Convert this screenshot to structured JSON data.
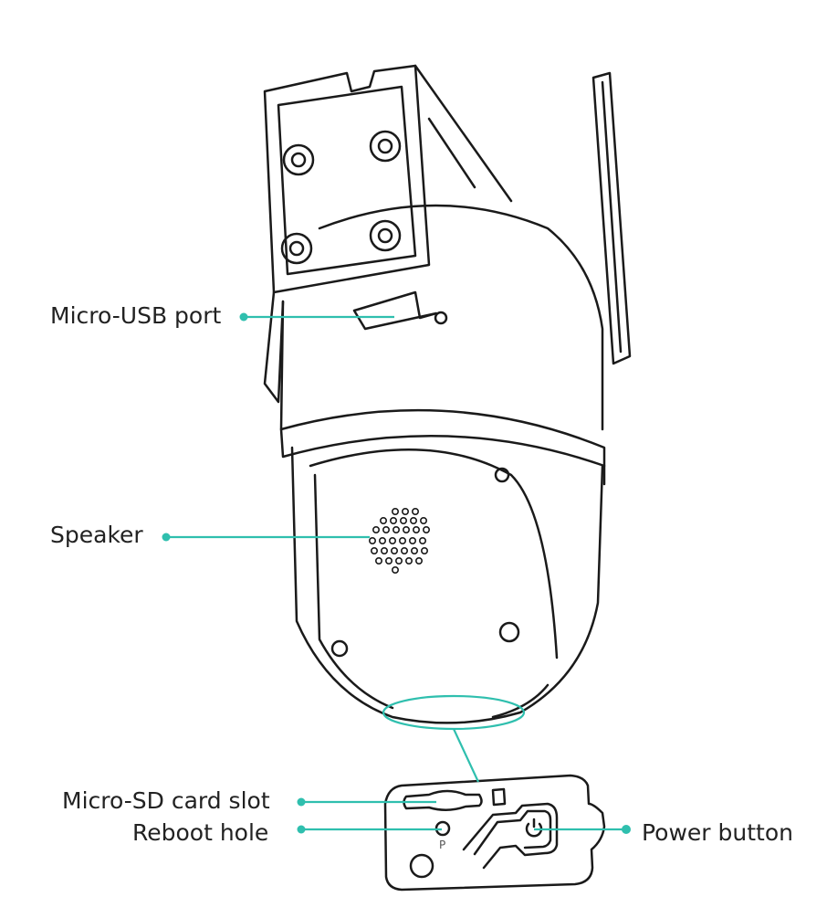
{
  "labels": {
    "micro_usb": "Micro-USB port",
    "speaker": "Speaker",
    "micro_sd": "Micro-SD card slot",
    "reboot": "Reboot hole",
    "power": "Power button",
    "reboot_mark": "P"
  },
  "colors": {
    "callout": "#2fbfae",
    "line_art": "#1a1a1a"
  }
}
